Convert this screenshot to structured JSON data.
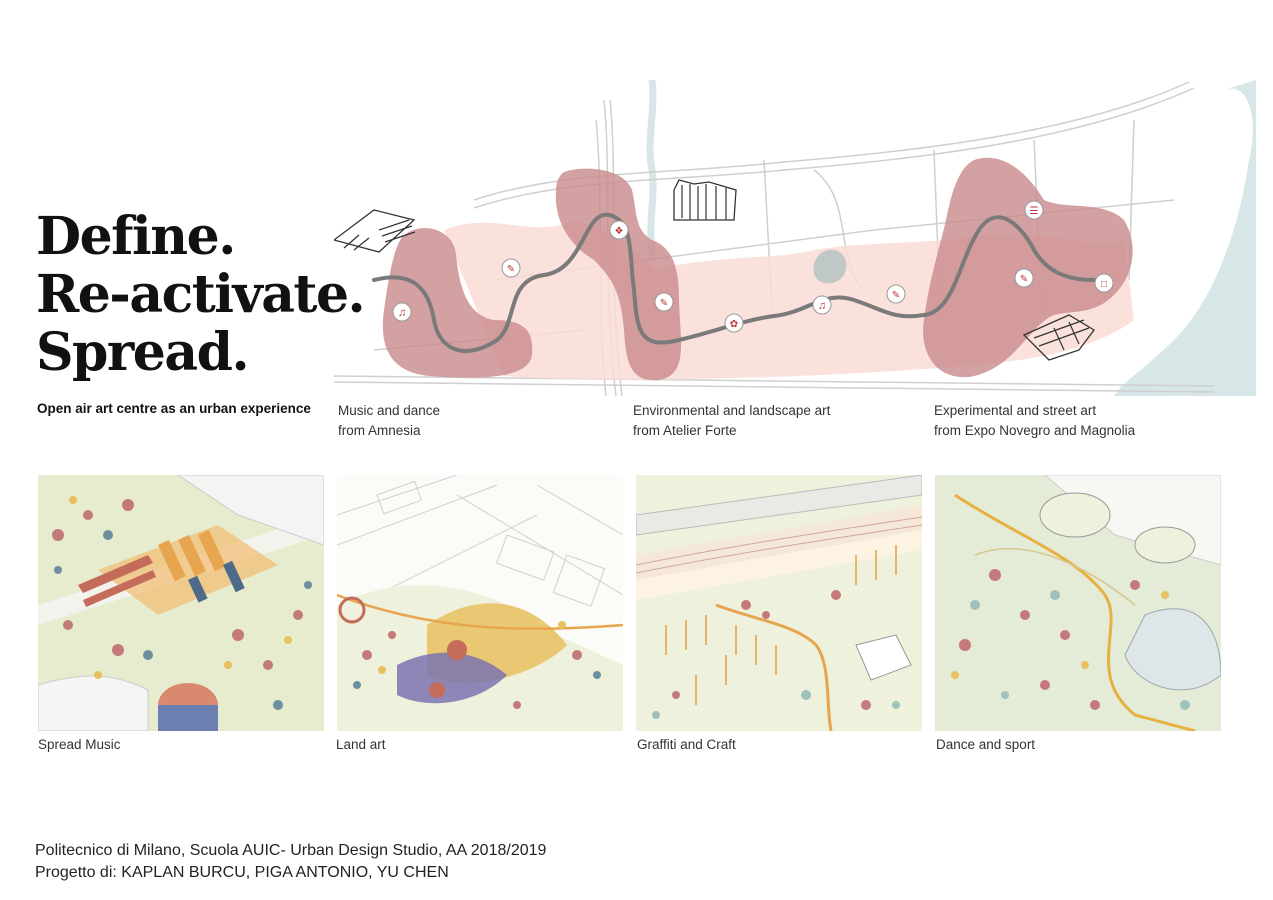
{
  "headline": {
    "line1": "Define.",
    "line2": "Re-activate.",
    "line3": "Spread."
  },
  "subtitle": "Open air art centre as an urban experience",
  "map_captions": [
    {
      "line1": "Music and dance",
      "line2": "from Amnesia"
    },
    {
      "line1": "Environmental and landscape art",
      "line2": "from Atelier Forte"
    },
    {
      "line1": "Experimental and street art",
      "line2": "from Expo Novegro and Magnolia"
    }
  ],
  "tiles": [
    {
      "caption": "Spread Music"
    },
    {
      "caption": "Land art"
    },
    {
      "caption": "Graffiti and Craft"
    },
    {
      "caption": "Dance and sport"
    }
  ],
  "footer": {
    "line1": "Politecnico di Milano, Scuola AUIC- Urban Design Studio, AA 2018/2019",
    "line2": "Progetto di: KAPLAN BURCU, PIGA ANTONIO, YU CHEN"
  },
  "colors": {
    "zone_dark": "#c98a8c",
    "zone_light": "#f9dcd6",
    "water": "#d7e6e6",
    "path": "#7a7a7a",
    "tree_red": "#c47a7a",
    "tree_blue": "#6f8fa0",
    "tree_yellow": "#e8c060",
    "ground_green": "#e6eccd"
  }
}
